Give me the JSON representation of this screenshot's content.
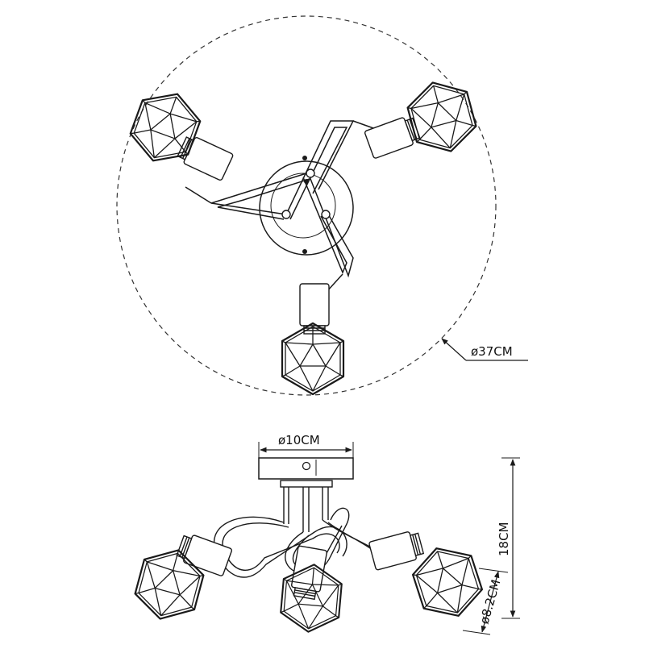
{
  "dimensions": {
    "overall_diameter": "ø37CM",
    "base_diameter": "ø10CM",
    "height": "18CM",
    "shade_diameter": "ø8.2CM"
  },
  "colors": {
    "line": "#1a1a1a",
    "dash": "#333333",
    "background": "#ffffff"
  }
}
